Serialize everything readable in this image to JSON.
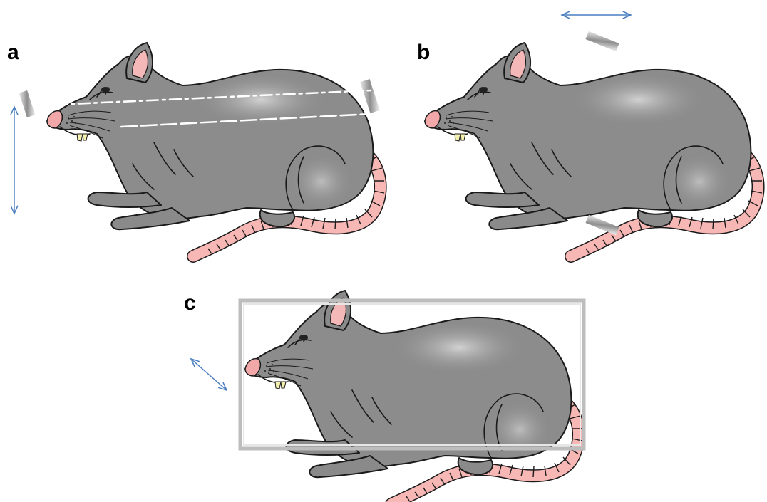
{
  "panels": [
    {
      "label": "a"
    },
    {
      "label": "b"
    },
    {
      "label": "c"
    }
  ],
  "colors": {
    "rat_body": "#8c8c8c",
    "rat_highlight": "#c4c4c4",
    "tail_pink": "#f7b7b5",
    "ear_pink": "#f4b8b8",
    "arrow_blue": "#4a7ec0",
    "probe_gray": "#9a9a9a",
    "cage_gray": "#bdbdbd",
    "laser_white": "#ffffff"
  },
  "icons": {
    "vertical_arrow": "double-headed-vertical-arrow",
    "horizontal_arrow": "double-headed-horizontal-arrow",
    "diagonal_arrow": "double-headed-diagonal-arrow"
  }
}
